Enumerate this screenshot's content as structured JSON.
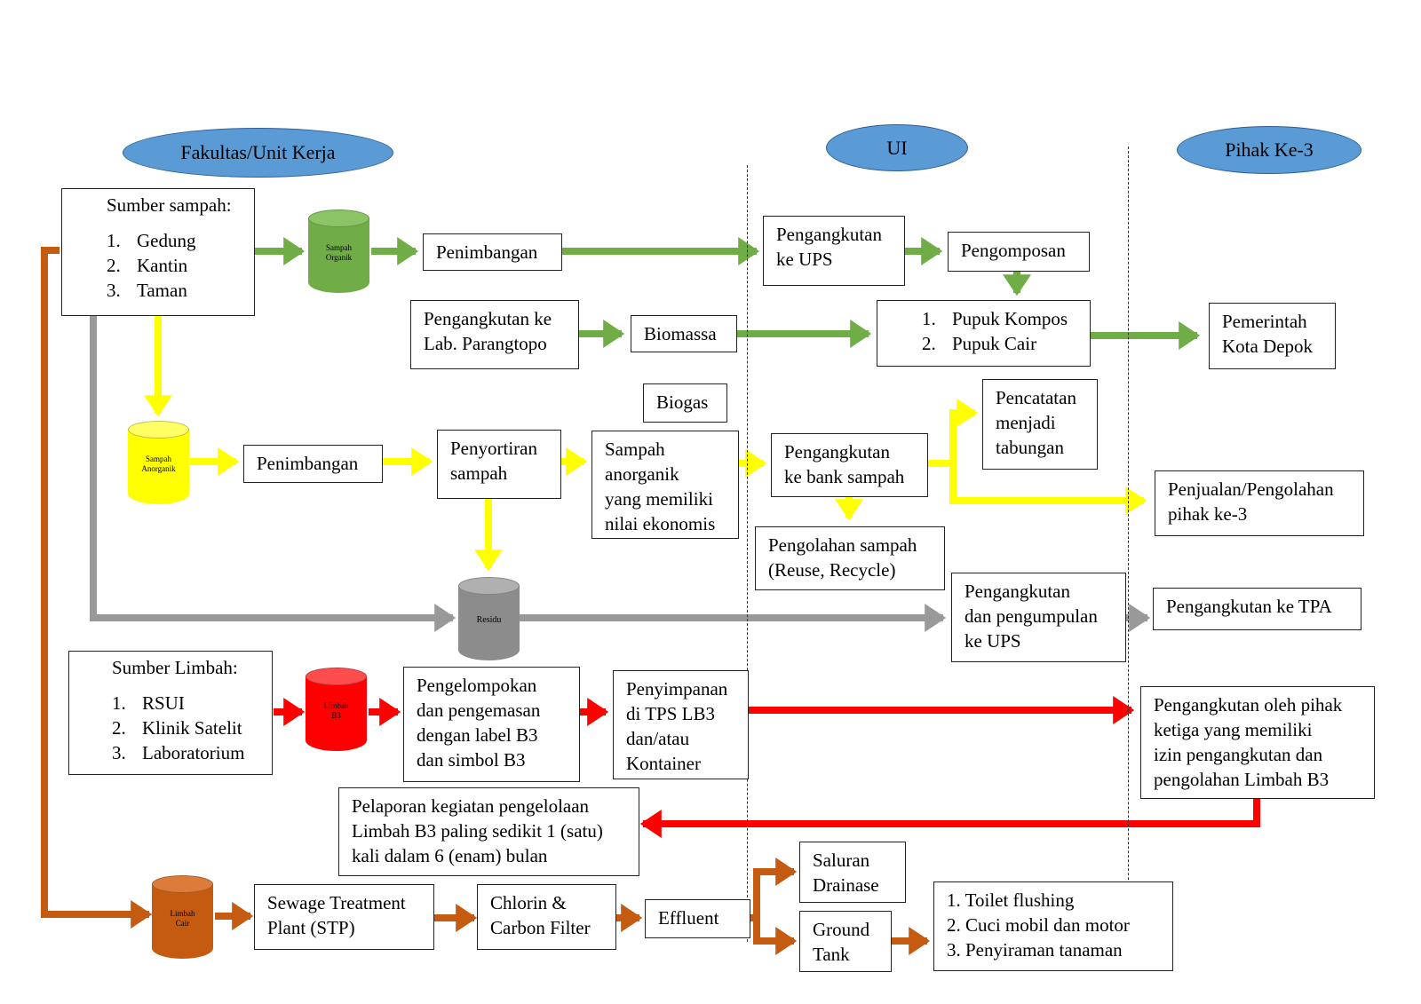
{
  "headers": {
    "fakultas": "Fakultas/Unit Kerja",
    "ui": "UI",
    "pihak": "Pihak Ke-3"
  },
  "colors": {
    "green": "#70ad47",
    "yellow": "#ffff00",
    "gray": "#999999",
    "red": "#ff0000",
    "orange": "#c55a11",
    "header_fill": "#5b9bd5"
  },
  "boxes": {
    "sumber_sampah": {
      "title": "Sumber sampah:",
      "items": [
        {
          "num": "1.",
          "text": "Gedung"
        },
        {
          "num": "2.",
          "text": "Kantin"
        },
        {
          "num": "3.",
          "text": "Taman"
        }
      ]
    },
    "penimbangan_1": "Penimbangan",
    "pengangkutan_ups": [
      "Pengangkutan",
      "ke UPS"
    ],
    "pengomposan": "Pengomposan",
    "pengangkutan_lab": [
      "Pengangkutan ke",
      "Lab. Parangtopo"
    ],
    "biomassa": "Biomassa",
    "pupuk": {
      "items": [
        {
          "num": "1.",
          "text": "Pupuk Kompos"
        },
        {
          "num": "2.",
          "text": "Pupuk Cair"
        }
      ]
    },
    "pemerintah": [
      "Pemerintah",
      "Kota Depok"
    ],
    "biogas": "Biogas",
    "penimbangan_2": "Penimbangan",
    "penyortiran": [
      "Penyortiran",
      "sampah"
    ],
    "sampah_anorganik": [
      "Sampah",
      "anorganik",
      "yang memiliki",
      "nilai ekonomis"
    ],
    "bank_sampah": [
      "Pengangkutan",
      "ke bank sampah"
    ],
    "pencatatan": [
      "Pencatatan",
      "menjadi",
      "tabungan"
    ],
    "penjualan": [
      "Penjualan/Pengolahan",
      "pihak ke-3"
    ],
    "pengolahan": [
      "Pengolahan sampah",
      "(Reuse, Recycle)"
    ],
    "pengumpulan_ups": [
      "Pengangkutan",
      "dan pengumpulan",
      "ke UPS"
    ],
    "tpa": "Pengangkutan ke TPA",
    "sumber_limbah": {
      "title": "Sumber Limbah:",
      "items": [
        {
          "num": "1.",
          "text": "RSUI"
        },
        {
          "num": "2.",
          "text": "Klinik Satelit"
        },
        {
          "num": "3.",
          "text": "Laboratorium"
        }
      ]
    },
    "pengelompokan": [
      "Pengelompokan",
      "dan pengemasan",
      "dengan label B3",
      "dan simbol B3"
    ],
    "penyimpanan": [
      "Penyimpanan",
      "di TPS LB3",
      "dan/atau",
      "Kontainer"
    ],
    "pihak_ketiga": [
      "Pengangkutan oleh pihak",
      "ketiga yang memiliki",
      "izin pengangkutan dan",
      "pengolahan Limbah B3"
    ],
    "pelaporan": [
      "Pelaporan kegiatan pengelolaan",
      "Limbah B3 paling sedikit 1 (satu)",
      "kali dalam 6 (enam) bulan"
    ],
    "stp": [
      "Sewage Treatment",
      "Plant (STP)"
    ],
    "chlorin": [
      "Chlorin &",
      "Carbon Filter"
    ],
    "effluent": "Effluent",
    "saluran": [
      "Saluran",
      "Drainase"
    ],
    "ground": [
      "Ground",
      "Tank"
    ],
    "reuse_air": [
      "1. Toilet flushing",
      "2. Cuci mobil dan motor",
      "3. Penyiraman tanaman"
    ]
  },
  "cylinders": {
    "organik": [
      "Sampah",
      "Organik"
    ],
    "anorganik": [
      "Sampah",
      "Anorganik"
    ],
    "residu": [
      "Residu"
    ],
    "b3": [
      "Limbah",
      "B3"
    ],
    "cair": [
      "Limbah",
      "Cair"
    ]
  }
}
